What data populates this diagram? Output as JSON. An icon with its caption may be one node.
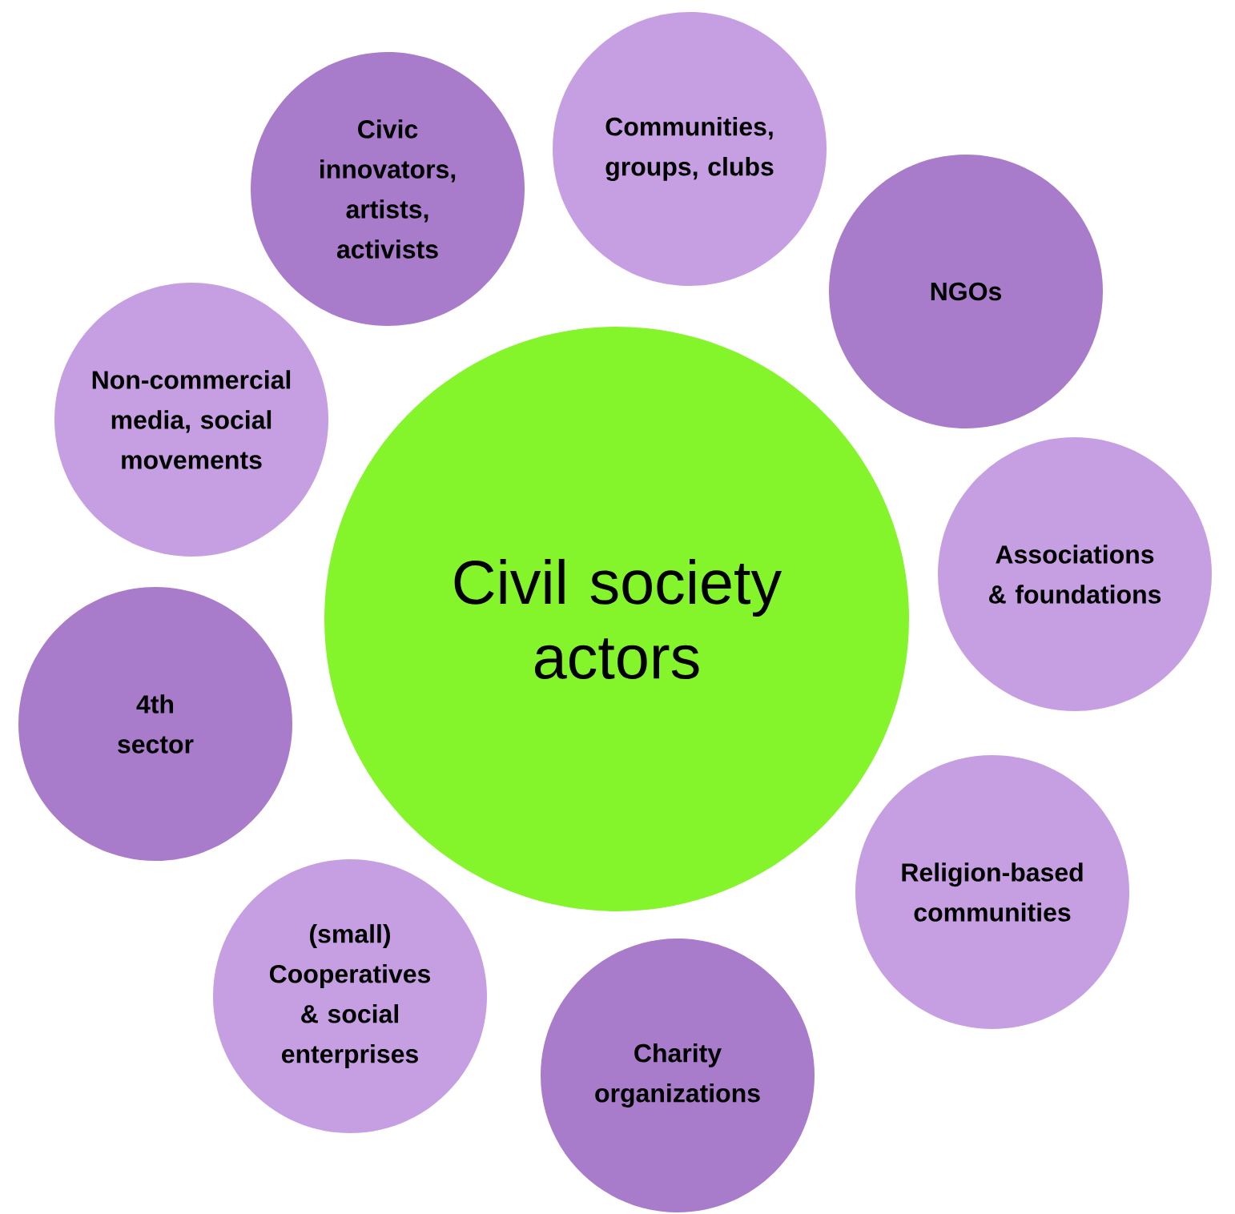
{
  "diagram": {
    "nodes": [
      {
        "text": [
          "Civil society actors"
        ]
      },
      {
        "text": [
          "Civic innovators, artists, activists"
        ]
      },
      {
        "text": [
          "Communities, groups, clubs"
        ]
      },
      {
        "text": [
          "NGOs"
        ]
      },
      {
        "text": [
          "Associations & foundations"
        ]
      },
      {
        "text": [
          "Religion-based communities"
        ]
      },
      {
        "text": [
          "Charity organizations"
        ]
      },
      {
        "text": [
          "(small) Cooperatives & social enterprises"
        ]
      },
      {
        "text": [
          "4th sector"
        ]
      },
      {
        "text": [
          "Non-commercial media, social movements"
        ]
      }
    ]
  }
}
